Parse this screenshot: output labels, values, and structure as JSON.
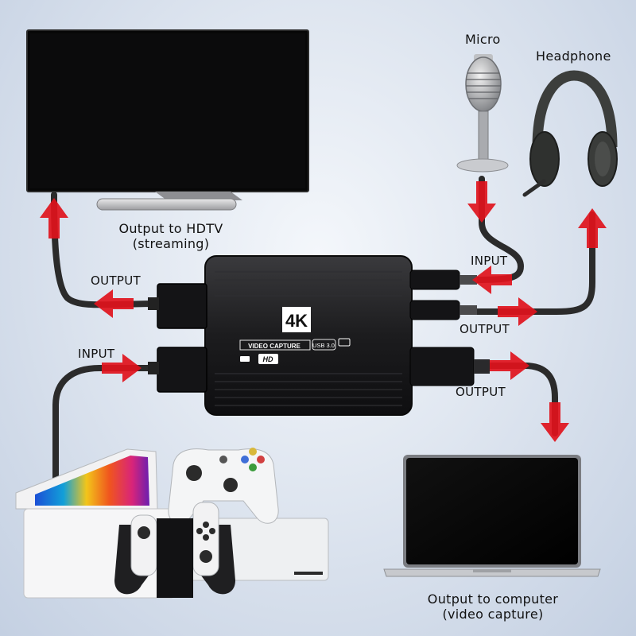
{
  "labels": {
    "tv_caption_line1": "Output to HDTV",
    "tv_caption_line2": "(streaming)",
    "micro": "Micro",
    "headphone": "Headphone",
    "output_left": "OUTPUT",
    "input_left": "INPUT",
    "input_right": "INPUT",
    "output_right_top": "OUTPUT",
    "output_right_bottom": "OUTPUT",
    "laptop_caption_line1": "Output to computer",
    "laptop_caption_line2": "(video capture)"
  },
  "device": {
    "badge": "4K",
    "name": "VIDEO CAPTURE",
    "usb": "USB 3.0",
    "hd": "HD"
  },
  "colors": {
    "arrow": "#e0121c",
    "cable": "#2b2b2b",
    "device_body": "#1c1c1e",
    "background": "#dfe6f0"
  }
}
